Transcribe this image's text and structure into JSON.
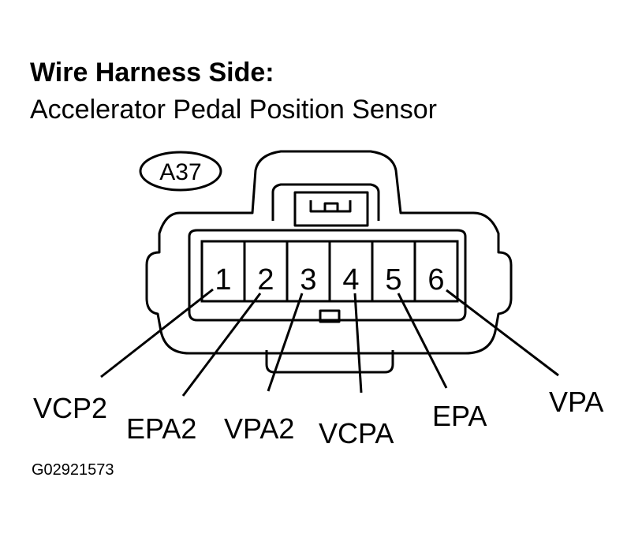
{
  "header": {
    "title": "Wire Harness Side:",
    "subtitle": "Accelerator Pedal Position Sensor"
  },
  "connector": {
    "id": "A37",
    "pins": [
      {
        "number": "1",
        "signal": "VCP2"
      },
      {
        "number": "2",
        "signal": "EPA2"
      },
      {
        "number": "3",
        "signal": "VPA2"
      },
      {
        "number": "4",
        "signal": "VCPA"
      },
      {
        "number": "5",
        "signal": "EPA"
      },
      {
        "number": "6",
        "signal": "VPA"
      }
    ]
  },
  "footer": {
    "figure_code": "G02921573"
  }
}
